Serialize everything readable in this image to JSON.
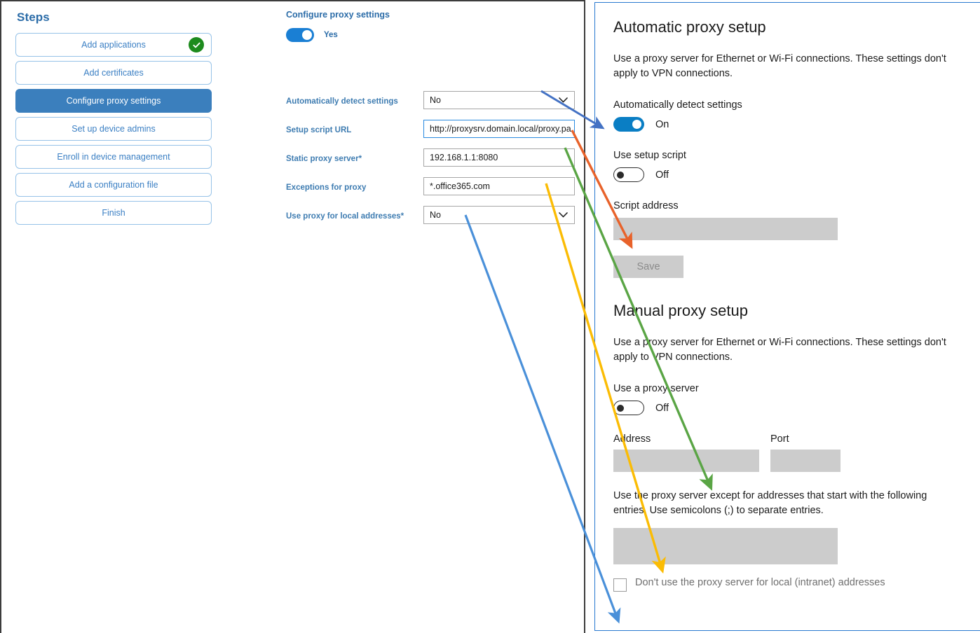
{
  "steps_panel": {
    "title": "Steps",
    "items": [
      {
        "label": "Add applications",
        "state": "completed",
        "icon": "check-circle-icon"
      },
      {
        "label": "Add certificates",
        "state": "default"
      },
      {
        "label": "Configure proxy settings",
        "state": "active"
      },
      {
        "label": "Set up device admins",
        "state": "default"
      },
      {
        "label": "Enroll in device management",
        "state": "default"
      },
      {
        "label": "Add a configuration file",
        "state": "default"
      },
      {
        "label": "Finish",
        "state": "default"
      }
    ]
  },
  "form_panel": {
    "heading": "Configure proxy settings",
    "master_toggle": {
      "state": "on",
      "label": "Yes"
    },
    "fields": [
      {
        "label": "Automatically detect settings",
        "required": false,
        "type": "select",
        "value": "No",
        "icon": "chevron-down-icon",
        "focused": false
      },
      {
        "label": "Setup script URL",
        "required": false,
        "type": "text",
        "value": "http://proxysrv.domain.local/proxy.pa",
        "focused": true
      },
      {
        "label": "Static proxy server",
        "required": true,
        "type": "text",
        "value": "192.168.1.1:8080",
        "focused": false
      },
      {
        "label": "Exceptions for proxy",
        "required": false,
        "type": "text",
        "value": "*.office365.com",
        "focused": false
      },
      {
        "label": "Use proxy for local addresses",
        "required": true,
        "type": "select",
        "value": "No",
        "icon": "chevron-down-icon",
        "focused": false
      }
    ],
    "required_marker": "*"
  },
  "settings_panel": {
    "automatic": {
      "title": "Automatic proxy setup",
      "description": "Use a proxy server for Ethernet or Wi-Fi connections. These settings don't apply to VPN connections.",
      "auto_detect": {
        "label": "Automatically detect settings",
        "state": "On"
      },
      "use_setup_script": {
        "label": "Use setup script",
        "state": "Off"
      },
      "script_address": {
        "label": "Script address",
        "value": ""
      },
      "save_button": {
        "label": "Save",
        "disabled": true
      }
    },
    "manual": {
      "title": "Manual proxy setup",
      "description": "Use a proxy server for Ethernet or Wi-Fi connections. These settings don't apply to VPN connections.",
      "use_proxy": {
        "label": "Use a proxy server",
        "state": "Off"
      },
      "address": {
        "label": "Address",
        "value": ""
      },
      "port": {
        "label": "Port",
        "value": ""
      },
      "exceptions_description": "Use the proxy server except for addresses that start with the following entries. Use semicolons (;) to separate entries.",
      "exceptions": {
        "value": ""
      },
      "bypass_local": {
        "label": "Don't use the proxy server for local (intranet) addresses",
        "checked": false
      }
    }
  },
  "annotations": {
    "arrows": [
      {
        "name": "arrow-auto-detect",
        "color": "#4472c4",
        "from_label": "Automatically detect settings dropdown",
        "to_label": "Automatically detect settings toggle"
      },
      {
        "name": "arrow-setup-script",
        "color": "#e8622a",
        "from_label": "Setup script URL field",
        "to_label": "Script address box"
      },
      {
        "name": "arrow-static-proxy",
        "color": "#5aa545",
        "from_label": "Static proxy server field",
        "to_label": "Address box"
      },
      {
        "name": "arrow-exceptions",
        "color": "#fbbc04",
        "from_label": "Exceptions for proxy field",
        "to_label": "Proxy exceptions box"
      },
      {
        "name": "arrow-local-addresses",
        "color": "#4a90d9",
        "from_label": "Use proxy for local addresses dropdown",
        "to_label": "Don't use the proxy server for local addresses checkbox"
      }
    ]
  }
}
